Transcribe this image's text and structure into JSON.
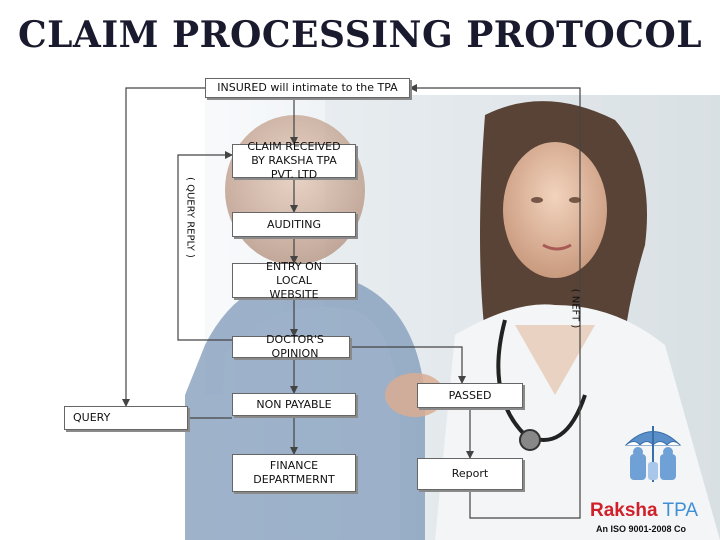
{
  "title": "CLAIM PROCESSING PROTOCOL",
  "boxes": {
    "insured": "INSURED  will intimate to the TPA",
    "claim_received": "CLAIM RECEIVED BY RAKSHA TPA PVT. LTD",
    "auditing": "AUDITING",
    "entry_local": "ENTRY ON LOCAL WEBSITE",
    "doctors_opinion": "DOCTOR'S OPINION",
    "non_payable": "NON PAYABLE",
    "passed": "PASSED",
    "query": "QUERY",
    "finance": "FINANCE DEPARTMERNT",
    "report": "Report"
  },
  "side_labels": {
    "query_reply": "( QUERY REPLY )",
    "neft": "( NEFT )"
  },
  "brand": {
    "name_part1": "Raksha",
    "name_part2": "TPA",
    "tagline": "An ISO 9001-2008 Co"
  },
  "colors": {
    "title": "#1a1a2e",
    "brand_red": "#d0202a",
    "brand_blue": "#3f8fd6",
    "line": "#444444"
  },
  "icons": {
    "logo": "umbrella-people-logo"
  }
}
